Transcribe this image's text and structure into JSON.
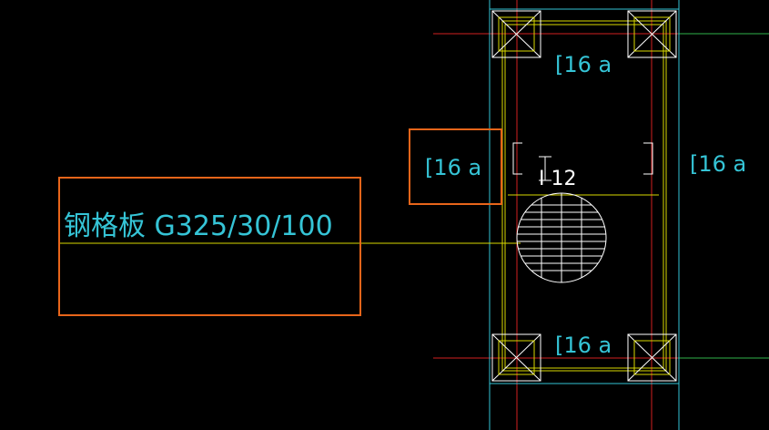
{
  "colors": {
    "background": "#000000",
    "cyan": "#35c4d6",
    "yellow": "#d8d800",
    "red": "#d21f1f",
    "white": "#ffffff",
    "green": "#2fb24a",
    "highlight": "#e8651a"
  },
  "labels": {
    "channel_top": "[16 a",
    "channel_highlighted": "[16 a",
    "channel_right": "[16 a",
    "channel_bottom": "[16 a",
    "i_beam": "I 12",
    "steel_plate": "钢格板  G325/30/100"
  },
  "icons": {
    "top_left_bolt": "cross-box-icon",
    "top_right_bolt": "cross-box-icon",
    "bottom_left_bolt": "cross-box-icon",
    "bottom_right_bolt": "cross-box-icon",
    "pipe": "hatched-circle-icon"
  }
}
